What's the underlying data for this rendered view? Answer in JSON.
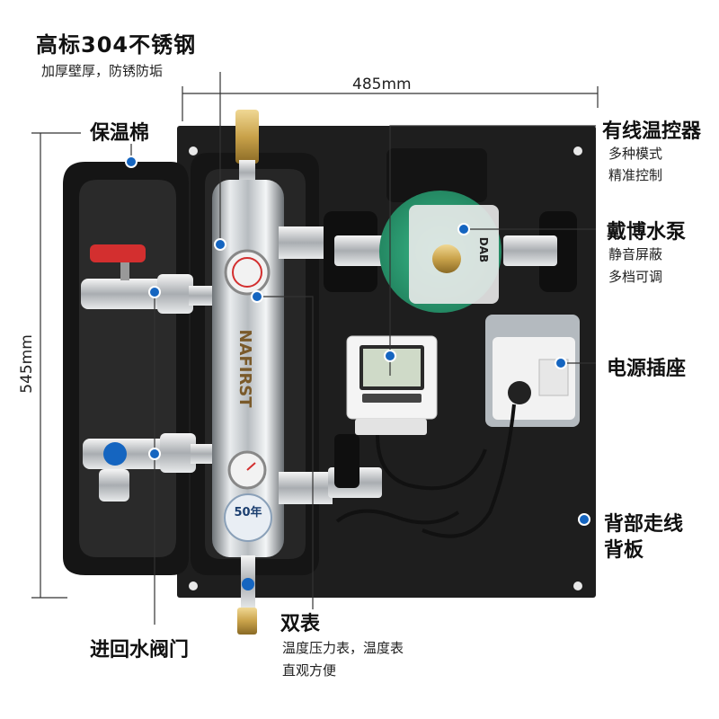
{
  "title": {
    "main": "高标304不锈钢",
    "sub": "加厚壁厚，防锈防垢"
  },
  "dimensions": {
    "width": "485mm",
    "height": "545mm"
  },
  "labels": {
    "insulation": "保温棉",
    "thermostat": {
      "title": "有线温控器",
      "line1": "多种模式",
      "line2": "精准控制"
    },
    "pump": {
      "title": "戴博水泵",
      "line1": "静音屏蔽",
      "line2": "多档可调"
    },
    "socket": {
      "title": "电源插座"
    },
    "backboard": {
      "line1": "背部走线",
      "line2": "背板"
    },
    "gauges": {
      "title": "双表",
      "line1": "温度压力表，温度表",
      "line2": "直观方便"
    },
    "valves": "进回水阀门"
  },
  "product_marks": {
    "brand": "NAFIRST",
    "badge": "50年",
    "pump_brand": "DAB"
  },
  "colors": {
    "panel": "#1e1e1e",
    "foam": "#151515",
    "pump": "#2a9a72",
    "accent": "#1565c0",
    "valve_red": "#d32f2f"
  }
}
